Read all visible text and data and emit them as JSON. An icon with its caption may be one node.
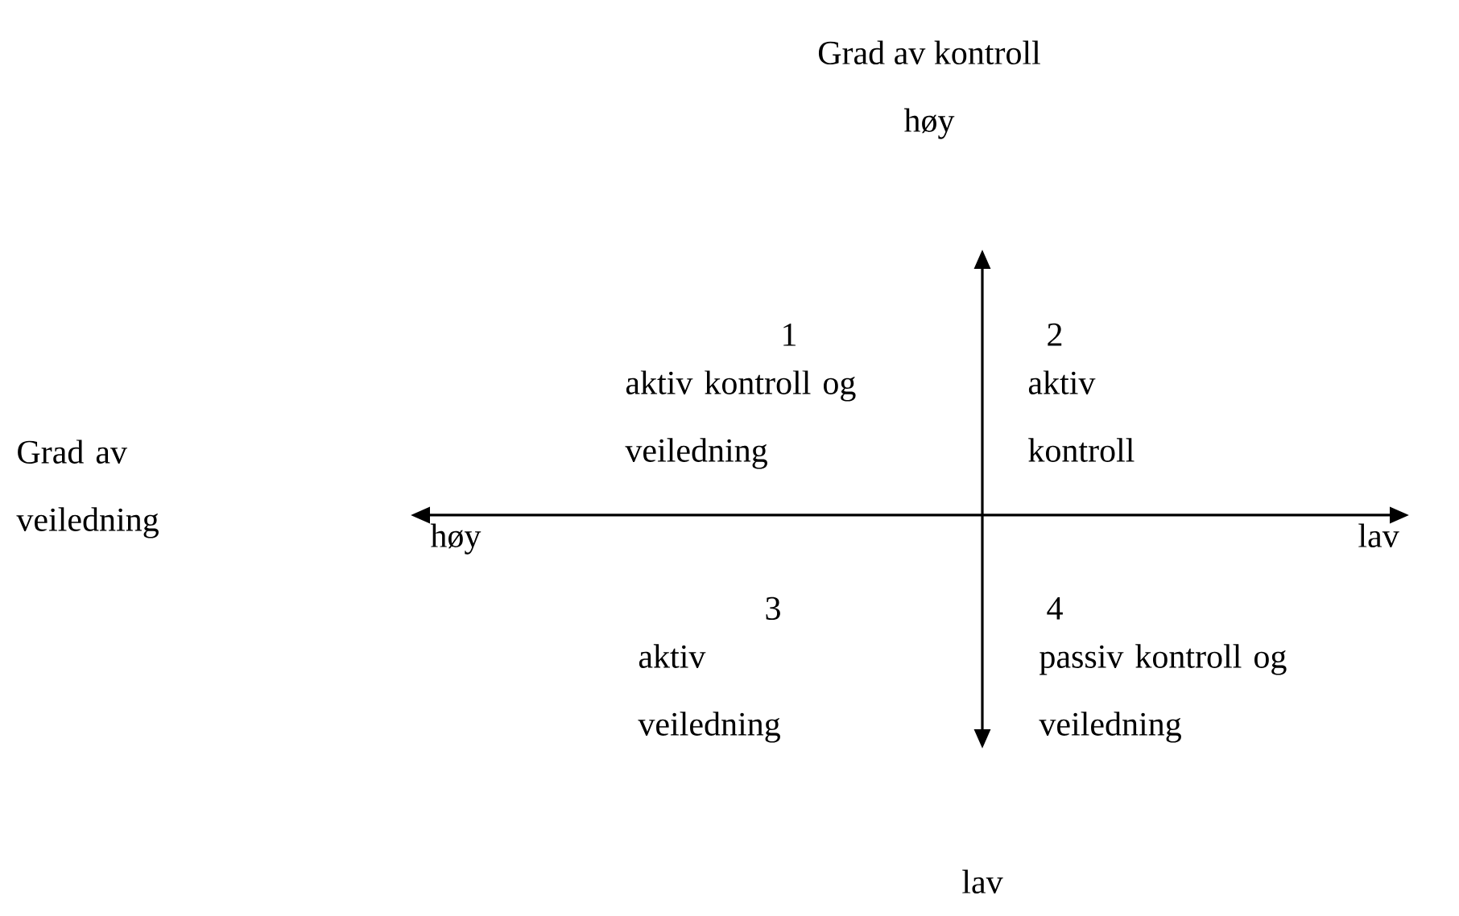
{
  "diagram": {
    "labels": [
      "Grad av kontroll",
      "høy",
      "1",
      "aktiv kontroll og veiledning",
      "2",
      "aktiv kontroll",
      "Grad av veiledning",
      "høy",
      "lav",
      "3",
      "aktiv veiledning",
      "4",
      "passiv kontroll og veiledning",
      "lav"
    ]
  }
}
